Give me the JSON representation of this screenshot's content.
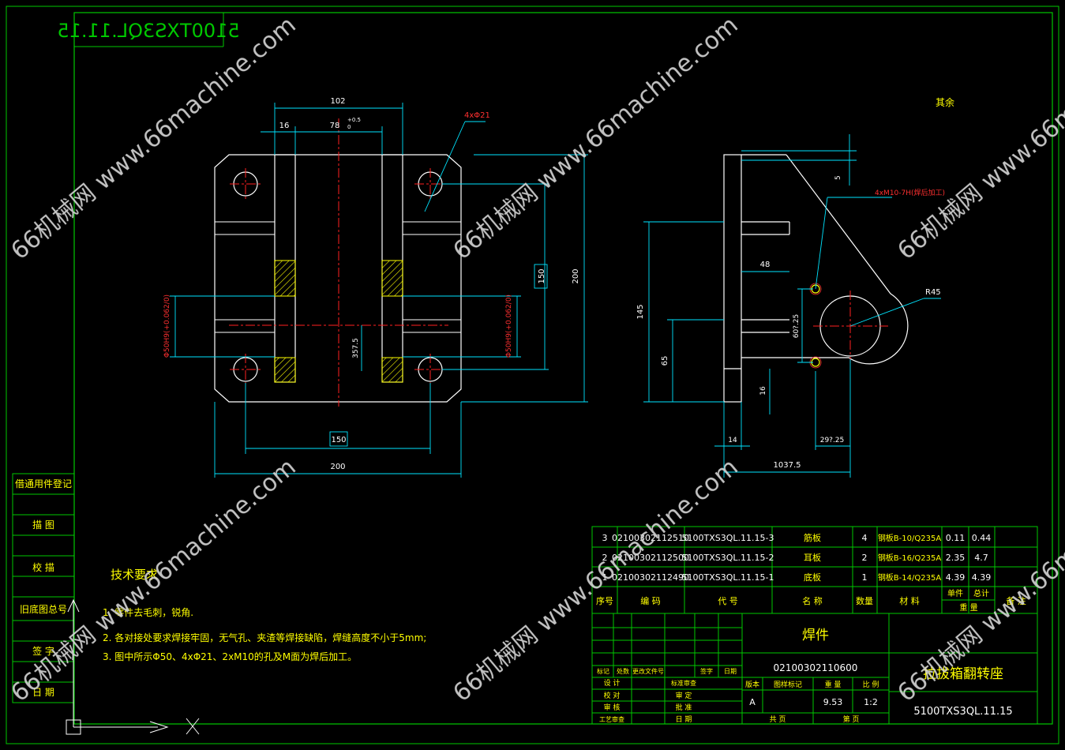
{
  "drawing_code_mirrored": "5100TXS3QL.11.15",
  "watermark": "66机械网 www.66machine.com",
  "remaining_roughness": "其余",
  "front_view": {
    "dim_102": "102",
    "dim_16": "16",
    "dim_78": "78",
    "dim_78_tol": "+0.5",
    "dim_78_tol0": "0",
    "dim_hole": "4xΦ21",
    "dim_150v": "150",
    "dim_200v": "200",
    "dim_bore_left": "Φ50H9(+0.062/0)",
    "dim_bore_right": "Φ50H9(+0.062/0)",
    "dim_357": "357.5",
    "dim_150h": "150",
    "dim_200h": "200"
  },
  "side_view": {
    "dim_5": "5",
    "dim_thread": "4xM10-7H(焊后加工)",
    "dim_48": "48",
    "dim_145": "145",
    "dim_65": "65",
    "dim_60725": "60?.25",
    "dim_16": "16",
    "dim_r45": "R45",
    "dim_14": "14",
    "dim_29725": "29?.25",
    "dim_10375": "1037.5"
  },
  "left_column": [
    "借通用件登记",
    "描 图",
    "校 描",
    "旧底图总号",
    "签 字",
    "日 期"
  ],
  "tech_req": {
    "title": "技术要求",
    "items": [
      "1. 零件去毛刺，锐角.",
      "2. 各对接处要求焊接牢固，无气孔、夹渣等焊接缺陷，焊缝高度不小于5mm;",
      "3. 图中所示Φ50、4xΦ21、2xM10的孔及M面为焊后加工。"
    ]
  },
  "bom": {
    "rows": [
      [
        "3",
        "02100302112510",
        "5100TXS3QL.11.15-3",
        "筋板",
        "4",
        "钢板B-10/Q235A",
        "0.11",
        "0.44"
      ],
      [
        "2",
        "02100302112500",
        "5100TXS3QL.11.15-2",
        "耳板",
        "2",
        "钢板B-16/Q235A",
        "2.35",
        "4.7"
      ],
      [
        "1",
        "02100302112490",
        "5100TXS3QL.11.15-1",
        "底板",
        "1",
        "钢板B-14/Q235A",
        "4.39",
        "4.39"
      ]
    ],
    "header": [
      "序号",
      "编 码",
      "代 号",
      "名 称",
      "数量",
      "材 料",
      "单件",
      "总计",
      "备 注"
    ],
    "weight_label": "重 量"
  },
  "title_block": {
    "part_type": "焊件",
    "code": "02100302110600",
    "name": "拉拔箱翻转座",
    "drawing_no": "5100TXS3QL.11.15",
    "stage": "A",
    "weight": "9.53",
    "scale": "1:2",
    "revision_labels": [
      "标记",
      "处数",
      "更改文件号",
      "签字",
      "日期"
    ],
    "role_labels": [
      "设 计",
      "校 对",
      "审 核",
      "工艺审查"
    ],
    "role_labels2": [
      "标准审查",
      "审 定",
      "批 准",
      "日 期"
    ],
    "stage_labels": [
      "版本",
      "图样标记",
      "重 量",
      "比 例"
    ],
    "sheet_total": "共 页",
    "sheet_no": "第 页"
  },
  "colors": {
    "outline": "#ffffff",
    "dimension": "#00e5ff",
    "center": "#ff2020",
    "text": "#ffff00",
    "border": "#00c800",
    "hatch": "#ffff00",
    "dim_red": "#ff3030"
  }
}
